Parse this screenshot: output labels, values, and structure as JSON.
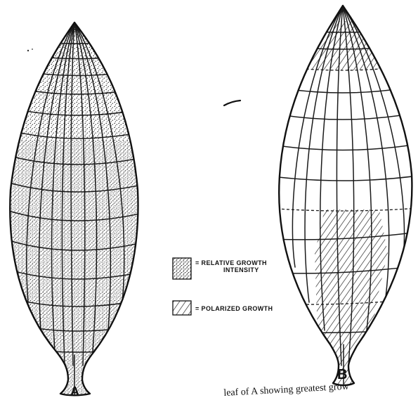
{
  "figure_labels": {
    "a": "A",
    "b": "B"
  },
  "legend": {
    "relative_growth_line1": "= RELATIVE GROWTH",
    "relative_growth_line2": "INTENSITY",
    "polarized_growth": "= POLARIZED GROWTH"
  },
  "caption_fragment": "leaf of A showing greatest grow",
  "colors": {
    "ink": "#111111",
    "paper": "#ffffff",
    "stipple": "#2a2a2a"
  }
}
